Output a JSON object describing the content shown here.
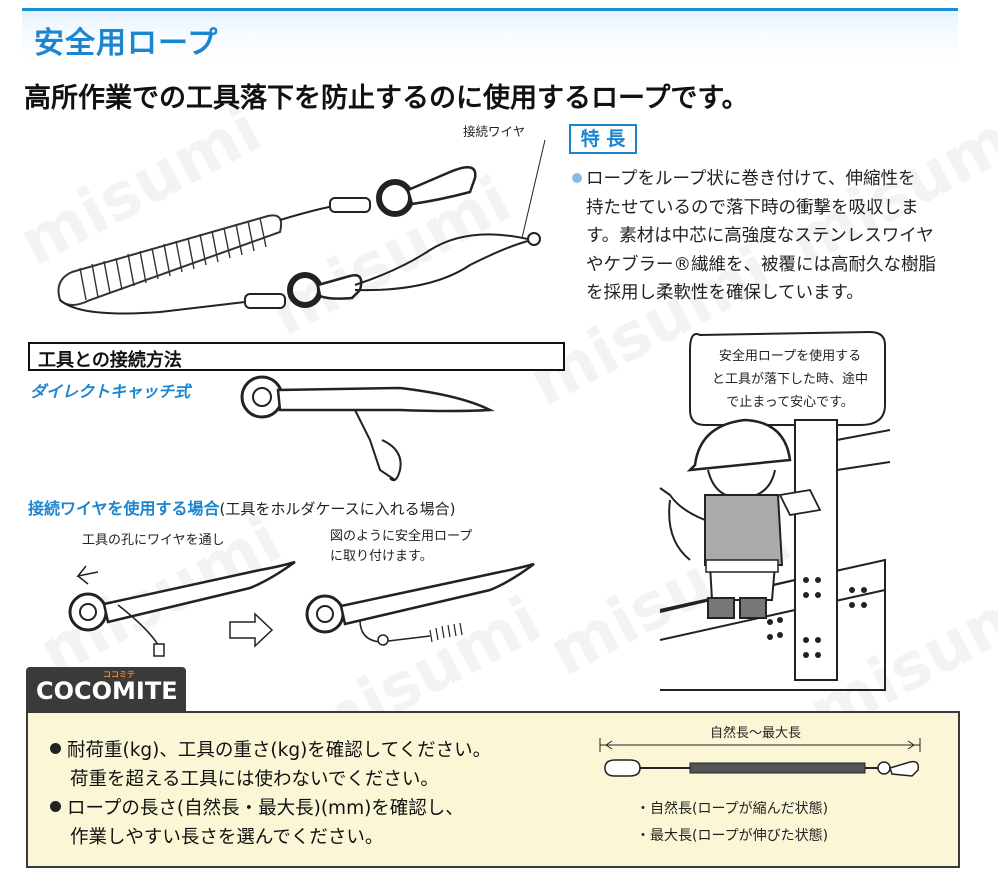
{
  "header": {
    "title": "安全用ロープ"
  },
  "subtitle": "高所作業での工具落下を防止するのに使用するロープです。",
  "watermark": "misumi",
  "labels": {
    "connect_wire": "接続ワイヤ"
  },
  "features": {
    "badge": "特 長",
    "lines": [
      "ロープをループ状に巻き付けて、伸縮性を",
      "持たせているので落下時の衝撃を吸収しま",
      "す。素材は中芯に高強度なステンレスワイヤ",
      "やケブラー®繊維を、被覆には高耐久な樹脂",
      "を採用し柔軟性を確保しています。"
    ]
  },
  "connection": {
    "heading": "工具との接続方法",
    "direct_catch": "ダイレクトキャッチ式",
    "wire_case_title": "接続ワイヤを使用する場合",
    "wire_case_paren": "(工具をホルダケースに入れる場合)",
    "note_left": "工具の孔にワイヤを通し",
    "note_right_1": "図のように安全用ロープ",
    "note_right_2": "に取り付けます。"
  },
  "bubble": {
    "lines": [
      "安全用ロープを使用する",
      "と工具が落下した時、途中",
      "で止まって安心です。"
    ]
  },
  "cocomite": {
    "logo": "COCOMITE",
    "tiny": "ココミテ",
    "items": [
      {
        "line1": "耐荷重(kg)、工具の重さ(kg)を確認してください。",
        "line2": "荷重を超える工具には使わないでください。"
      },
      {
        "line1": "ロープの長さ(自然長・最大長)(mm)を確認し、",
        "line2": "作業しやすい長さを選んでください。"
      }
    ],
    "length_title": "自然長〜最大長",
    "length_natural": "・自然長(ロープが縮んだ状態)",
    "length_max": "・最大長(ロープが伸びた状態)"
  },
  "colors": {
    "accent": "#1b86cf",
    "panel_bg": "#fbf7d6",
    "dark": "#3a3a3a"
  }
}
